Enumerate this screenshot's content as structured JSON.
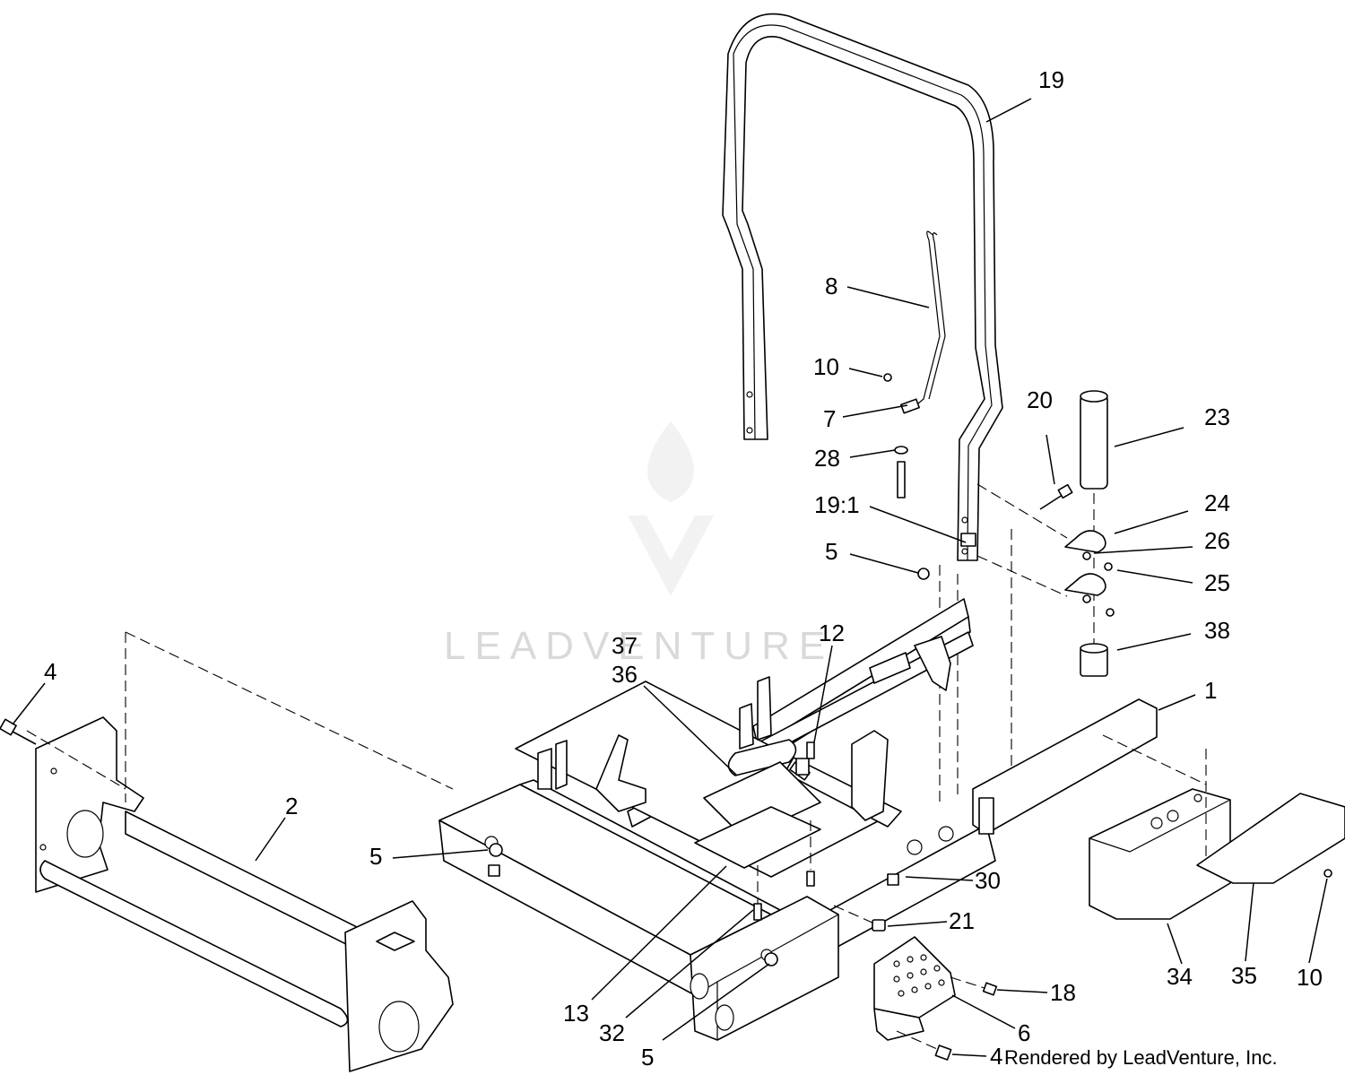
{
  "watermark": "LEADVENTURE",
  "credit": "Rendered by LeadVenture, Inc.",
  "callouts": [
    {
      "id": "c19",
      "label": "19"
    },
    {
      "id": "c8",
      "label": "8"
    },
    {
      "id": "c10a",
      "label": "10"
    },
    {
      "id": "c7",
      "label": "7"
    },
    {
      "id": "c28",
      "label": "28"
    },
    {
      "id": "c19-1",
      "label": "19:1"
    },
    {
      "id": "c5a",
      "label": "5"
    },
    {
      "id": "c20",
      "label": "20"
    },
    {
      "id": "c23",
      "label": "23"
    },
    {
      "id": "c24",
      "label": "24"
    },
    {
      "id": "c26",
      "label": "26"
    },
    {
      "id": "c25",
      "label": "25"
    },
    {
      "id": "c38",
      "label": "38"
    },
    {
      "id": "c1",
      "label": "1"
    },
    {
      "id": "c12",
      "label": "12"
    },
    {
      "id": "c37",
      "label": "37"
    },
    {
      "id": "c36",
      "label": "36"
    },
    {
      "id": "c4a",
      "label": "4"
    },
    {
      "id": "c2",
      "label": "2"
    },
    {
      "id": "c5b",
      "label": "5"
    },
    {
      "id": "c30",
      "label": "30"
    },
    {
      "id": "c21",
      "label": "21"
    },
    {
      "id": "c18",
      "label": "18"
    },
    {
      "id": "c6",
      "label": "6"
    },
    {
      "id": "c13",
      "label": "13"
    },
    {
      "id": "c32",
      "label": "32"
    },
    {
      "id": "c5c",
      "label": "5"
    },
    {
      "id": "c4b",
      "label": "4"
    },
    {
      "id": "c34",
      "label": "34"
    },
    {
      "id": "c35",
      "label": "35"
    },
    {
      "id": "c10b",
      "label": "10"
    }
  ]
}
